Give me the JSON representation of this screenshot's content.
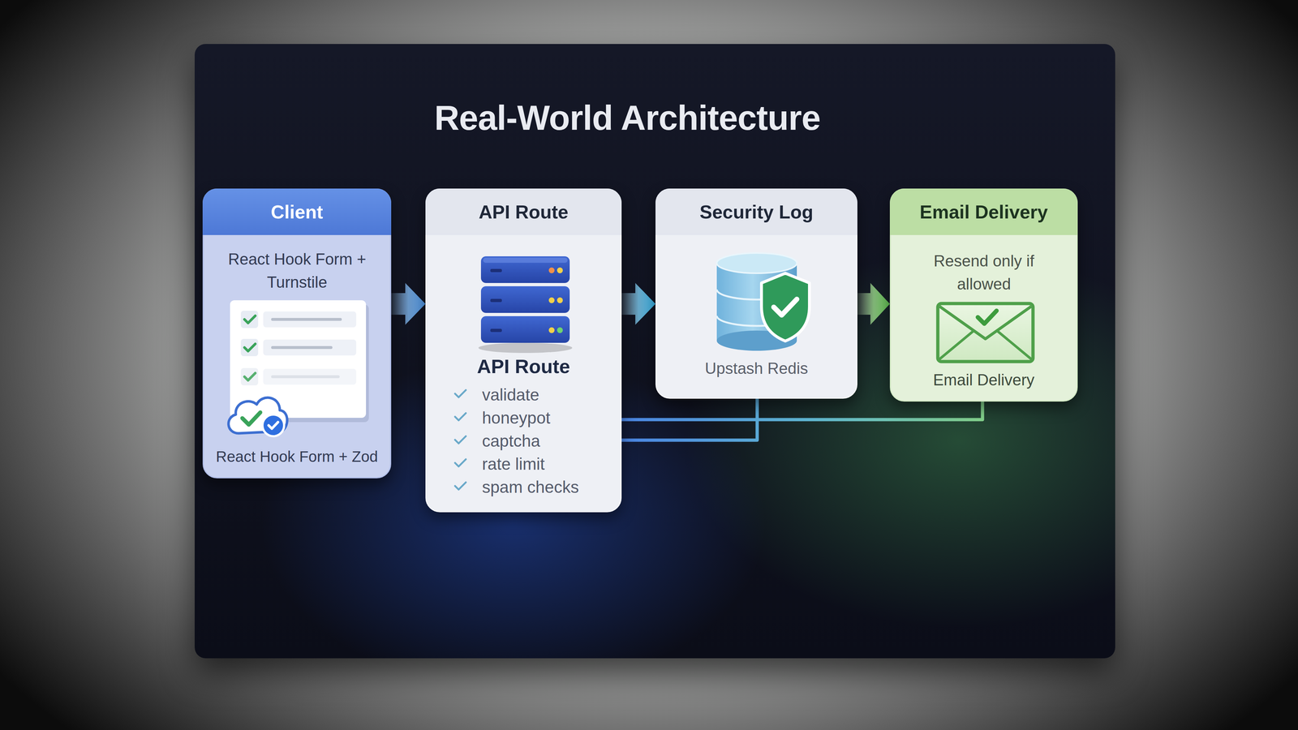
{
  "diagram": {
    "title": "Real-World Architecture",
    "nodes": [
      {
        "text": [
          "Client",
          "React Hook Form + Turnstile",
          "React Hook Form + Zod"
        ]
      },
      {
        "text": [
          "API Route",
          "API Route",
          "validate",
          "honeypot",
          "captcha",
          "rate limit",
          "spam checks"
        ]
      },
      {
        "text": [
          "Security Log",
          "Upstash Redis"
        ]
      },
      {
        "text": [
          "Email Delivery",
          "Resend only if allowed",
          "Email Delivery"
        ]
      }
    ],
    "edges": [
      {
        "from": 0,
        "to": 1,
        "arrow": "to"
      },
      {
        "from": 1,
        "to": 2,
        "arrow": "to"
      },
      {
        "from": 2,
        "to": 3,
        "arrow": "to"
      },
      {
        "from": 2,
        "to": 1,
        "arrow": "none"
      },
      {
        "from": 3,
        "to": 1,
        "arrow": "none"
      }
    ]
  }
}
